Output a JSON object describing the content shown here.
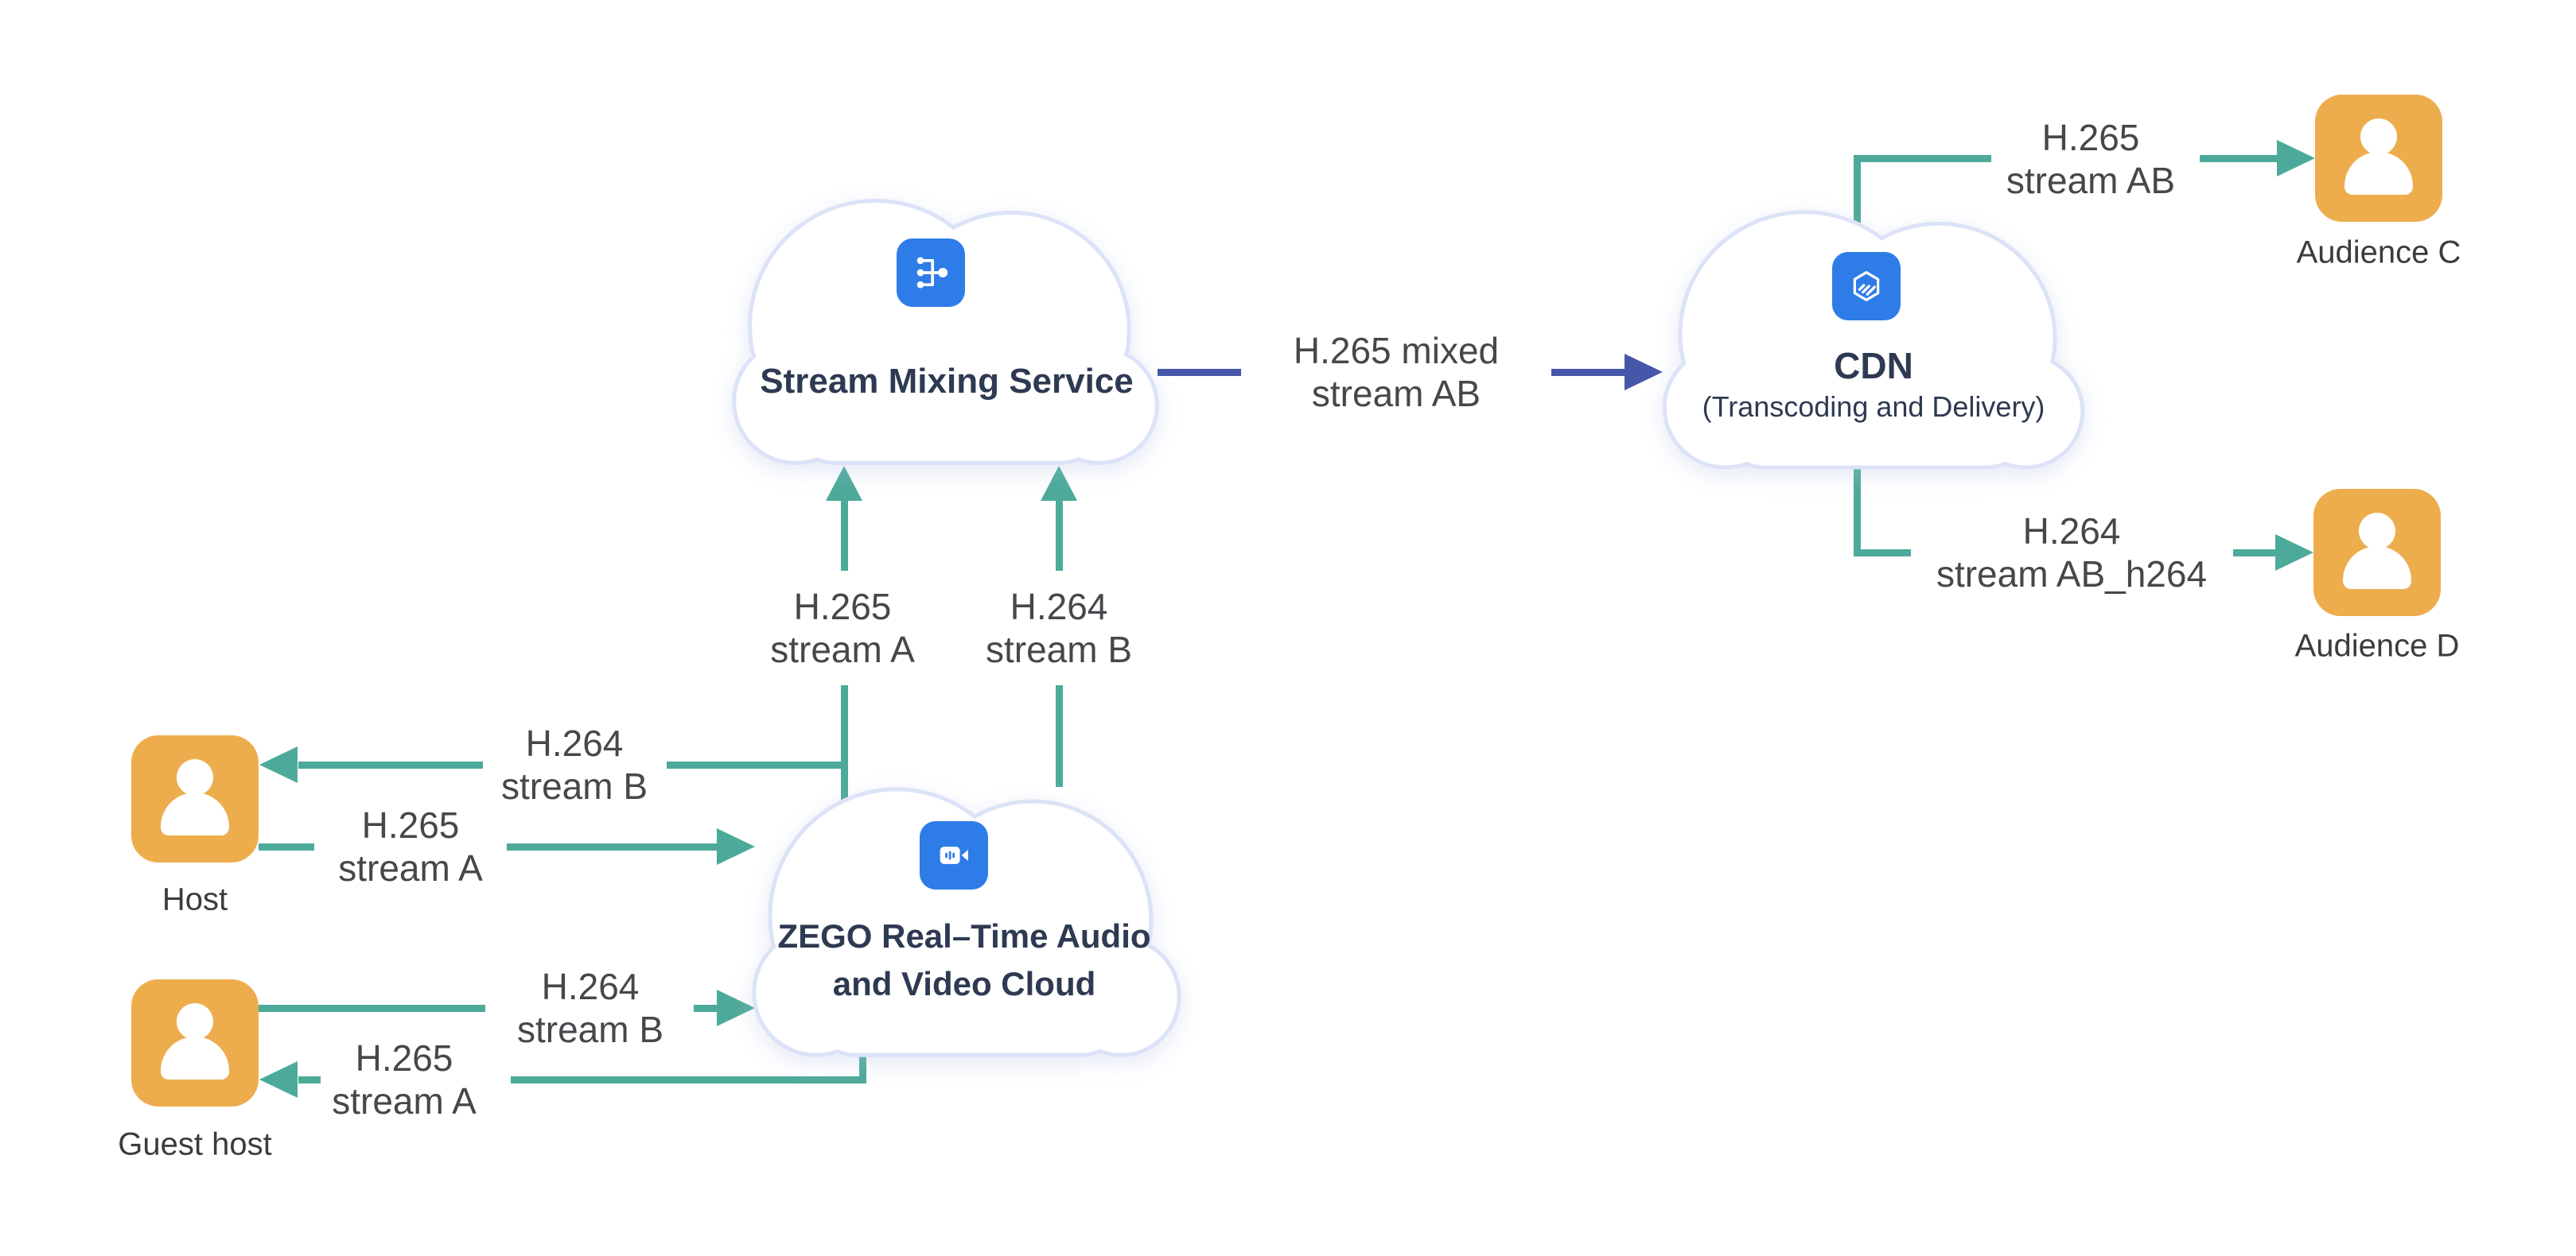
{
  "diagram": {
    "clouds": {
      "mixing": {
        "title": "Stream Mixing Service",
        "icon": "merge-icon"
      },
      "cdn": {
        "title": "CDN",
        "subtitle": "(Transcoding and Delivery)",
        "icon": "cdn-package-icon"
      },
      "zego": {
        "title_line1": "ZEGO Real–Time Audio",
        "title_line2": "and Video Cloud",
        "icon": "video-camera-icon"
      }
    },
    "nodes": {
      "host": {
        "label": "Host"
      },
      "guest_host": {
        "label": "Guest host"
      },
      "audience_c": {
        "label": "Audience C"
      },
      "audience_d": {
        "label": "Audience D"
      }
    },
    "streams": {
      "host_in": {
        "line1": "H.264",
        "line2": "stream B"
      },
      "host_out": {
        "line1": "H.265",
        "line2": "stream A"
      },
      "guest_out": {
        "line1": "H.264",
        "line2": "stream B"
      },
      "guest_in": {
        "line1": "H.265",
        "line2": "stream A"
      },
      "up_a": {
        "line1": "H.265",
        "line2": "stream A"
      },
      "up_b": {
        "line1": "H.264",
        "line2": "stream B"
      },
      "mixed": {
        "line1": "H.265 mixed",
        "line2": "stream AB"
      },
      "cdn_to_c": {
        "line1": "H.265",
        "line2": "stream AB"
      },
      "cdn_to_d": {
        "line1": "H.264",
        "line2": "stream AB_h264"
      }
    },
    "colors": {
      "teal": "#4DAA9A",
      "indigo": "#4656A8",
      "orange": "#EDAD4D",
      "icon_blue": "#2E7CE8",
      "cloud_border": "#DCE3F8",
      "title_text": "#2E3A52",
      "label_text": "#45474B"
    }
  }
}
